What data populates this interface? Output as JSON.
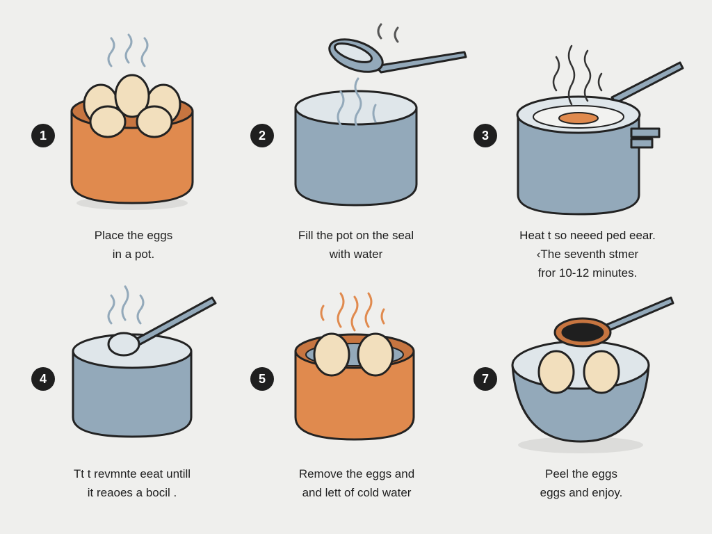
{
  "steps": [
    {
      "number": "1",
      "lines": [
        "Place the eggs",
        "in a pot."
      ]
    },
    {
      "number": "2",
      "lines": [
        "Fill the pot on the seal",
        "with water"
      ]
    },
    {
      "number": "3",
      "lines": [
        "Heat t so neeed ped eear.",
        "‹The seventh stmer",
        "fror  10-12 minutes."
      ]
    },
    {
      "number": "4",
      "lines": [
        "Tt t revmnte eeat untill",
        "it reaoes a bocil ."
      ]
    },
    {
      "number": "5",
      "lines": [
        "Remove the eggs and",
        "and lett of cold water"
      ]
    },
    {
      "number": "7",
      "lines": [
        "Peel the eggs",
        "eggs and enjoy."
      ]
    }
  ],
  "colors": {
    "orange": "#e08a4e",
    "blue": "#93a9ba",
    "egg": "#f2dfbd",
    "outline": "#222222"
  }
}
